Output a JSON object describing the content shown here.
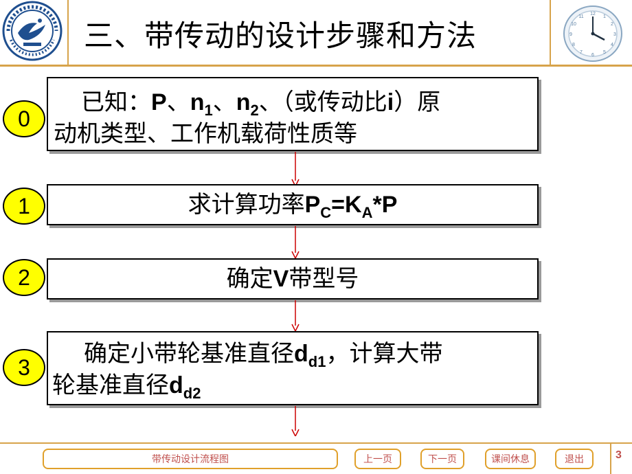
{
  "header": {
    "title": "三、带传动的设计步骤和方法"
  },
  "steps": [
    {
      "number": "0",
      "line1_pre": "已知：",
      "line1_p": "P",
      "line1_sep1": "、",
      "line1_n1": "n",
      "line1_n1_sub": "1",
      "line1_sep2": "、",
      "line1_n2": "n",
      "line1_n2_sub": "2",
      "line1_sep3": "、（或传动比",
      "line1_i": "i",
      "line1_post": "）原",
      "line2": "动机类型、工作机载荷性质等"
    },
    {
      "number": "1",
      "text_pre": "求计算功率",
      "p": "P",
      "p_sub": "C",
      "eq": "=K",
      "k_sub": "A",
      "post": "*P"
    },
    {
      "number": "2",
      "text_pre": "确定",
      "v": "V",
      "text_post": "带型号"
    },
    {
      "number": "3",
      "line1_pre": "确定小带轮基准直径",
      "d1": "d",
      "d1_sub": "d1",
      "line1_post": "，计算大带",
      "line2_pre": "轮基准直径",
      "d2": "d",
      "d2_sub": "d2"
    }
  ],
  "footer": {
    "flowchart_link": "带传动设计流程图",
    "prev_page": "上一页",
    "next_page": "下一页",
    "break": "课间休息",
    "exit": "退出",
    "page_number": "3"
  },
  "colors": {
    "accent_line": "#d7a34a",
    "button_border": "#e0a02a",
    "button_text": "#c0504d",
    "circle_fill": "#ffff00",
    "arrow": "#cc0000"
  }
}
